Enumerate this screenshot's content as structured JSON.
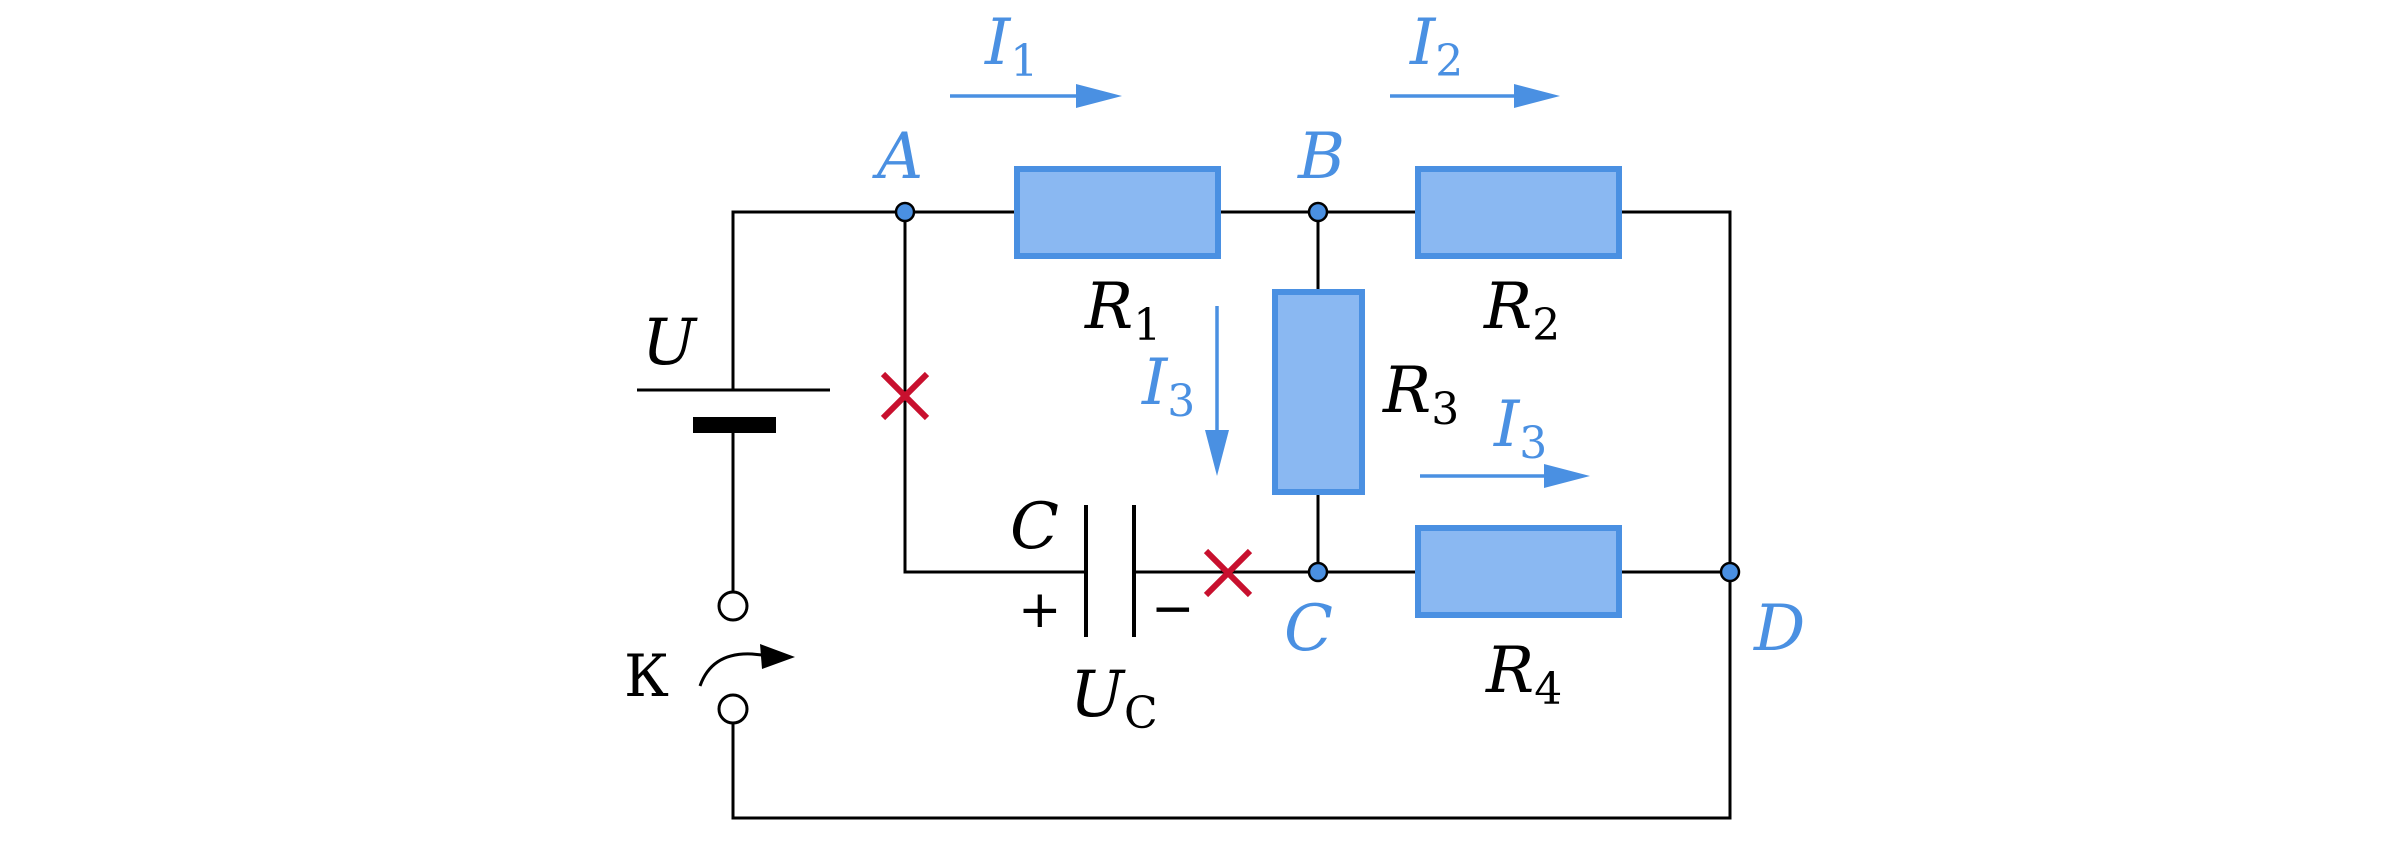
{
  "colors": {
    "wire": "#000000",
    "accent": "#4a90e2",
    "resistor_fill": "#8ab8f2",
    "resistor_stroke": "#4a90e2",
    "break_mark": "#c8102e",
    "switch_fill": "#ffffff"
  },
  "nodes": {
    "A": {
      "name": "A"
    },
    "B": {
      "name": "B"
    },
    "C": {
      "name": "C"
    },
    "D": {
      "name": "D"
    }
  },
  "resistors": {
    "R1": {
      "symbol": "R",
      "index": "1"
    },
    "R2": {
      "symbol": "R",
      "index": "2"
    },
    "R3": {
      "symbol": "R",
      "index": "3"
    },
    "R4": {
      "symbol": "R",
      "index": "4"
    }
  },
  "currents": {
    "I1": {
      "symbol": "I",
      "index": "1"
    },
    "I2": {
      "symbol": "I",
      "index": "2"
    },
    "I3_vertical": {
      "symbol": "I",
      "index": "3"
    },
    "I3_horizontal": {
      "symbol": "I",
      "index": "3"
    }
  },
  "source": {
    "symbol": "U"
  },
  "capacitor": {
    "symbol": "C",
    "voltage_symbol": "U",
    "voltage_index": "C",
    "plus": "+",
    "minus": "−"
  },
  "switch": {
    "label": "К"
  },
  "break_marks": {
    "icon": "cross-icon"
  }
}
